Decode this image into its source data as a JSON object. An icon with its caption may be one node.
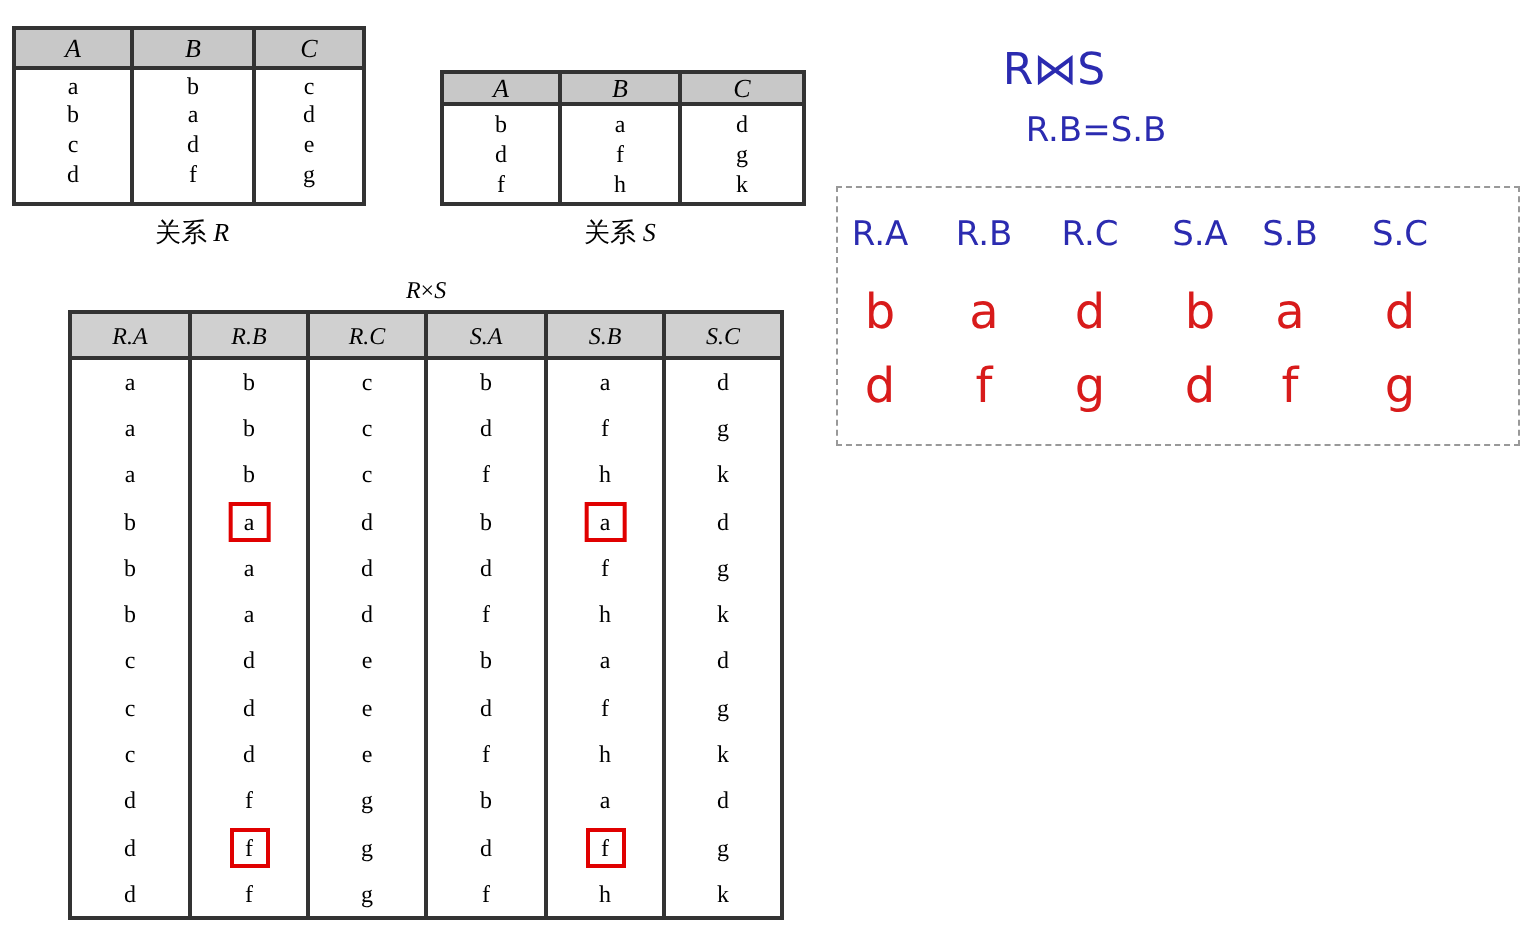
{
  "diagram": {
    "labels": [
      "A",
      "B",
      "C",
      "a",
      "b",
      "c",
      "b",
      "a",
      "d",
      "c",
      "d",
      "e",
      "d",
      "f",
      "g",
      "关系 *R*",
      "A",
      "B",
      "C",
      "b",
      "a",
      "d",
      "d",
      "f",
      "g",
      "f",
      "h",
      "k",
      "关系 *S*",
      "*R*×*S*",
      "R.A",
      "R.B",
      "R.C",
      "S.A",
      "S.B",
      "S.C",
      "a",
      "b",
      "c",
      "b",
      "a",
      "d",
      "a",
      "b",
      "c",
      "d",
      "f",
      "g",
      "a",
      "b",
      "c",
      "f",
      "h",
      "k",
      "b",
      "a",
      "d",
      "b",
      "a",
      "d",
      "b",
      "a",
      "d",
      "d",
      "f",
      "g",
      "b",
      "a",
      "d",
      "f",
      "h",
      "k",
      "c",
      "d",
      "e",
      "b",
      "a",
      "d",
      "c",
      "d",
      "e",
      "d",
      "f",
      "g",
      "c",
      "d",
      "e",
      "f",
      "h",
      "k",
      "d",
      "f",
      "g",
      "b",
      "a",
      "d",
      "d",
      "f",
      "g",
      "d",
      "f",
      "g",
      "d",
      "f",
      "g",
      "f",
      "h",
      "k",
      "R⋈S",
      "R.B=S.B",
      "R.A",
      "R.B",
      "R.C",
      "S.A",
      "S.B",
      "S.C",
      "b",
      "a",
      "d",
      "b",
      "a",
      "d",
      "d",
      "f",
      "g",
      "d",
      "f",
      "g"
    ]
  }
}
